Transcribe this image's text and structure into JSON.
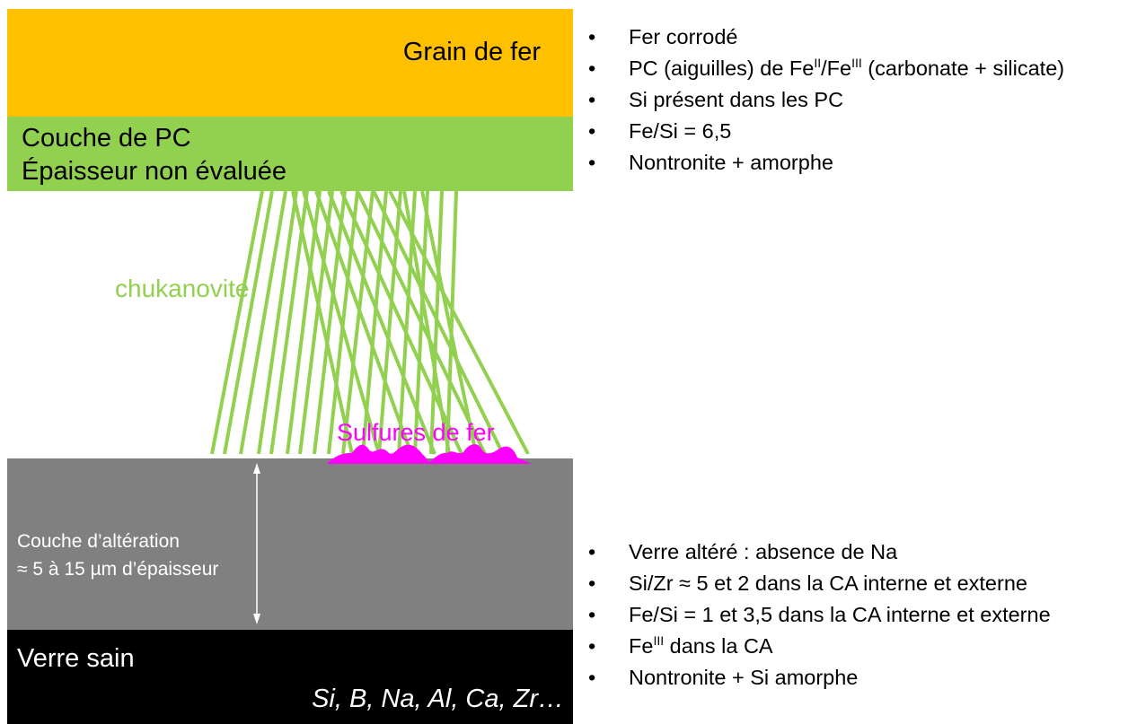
{
  "iron_grain": {
    "title": "Grain de fer",
    "color": "#FFC000"
  },
  "corrosion_layer": {
    "line1": "Couche de PC",
    "line2": "Épaisseur non évaluée",
    "color": "#92D050"
  },
  "needles_label": "chukanovite",
  "sulfides_label": "Sulfures de fer",
  "alteration_layer": {
    "line1": "Couche d’altération",
    "line2": "≈ 5 à 15 µm d’épaisseur",
    "color": "#808080"
  },
  "healthy_glass": {
    "title": "Verre sain",
    "elements": "Si, B, Na, Al, Ca, Zr…",
    "color": "#000000"
  },
  "top_bullets": {
    "b1": "Fer corrodé",
    "b2_a": "PC (aiguilles) de Fe",
    "b2_sup1": "II",
    "b2_b": "/Fe",
    "b2_sup2": "III",
    "b2_c": " (carbonate + silicate)",
    "b3": "Si présent dans les PC",
    "b4": "Fe/Si = 6,5",
    "b5": "Nontronite + amorphe"
  },
  "bottom_bullets": {
    "b1": "Verre altéré : absence de Na",
    "b2": "Si/Zr ≈ 5 et 2  dans la CA interne et externe",
    "b3": "Fe/Si = 1 et 3,5 dans la CA interne et externe",
    "b4_a": "Fe",
    "b4_sup": "III",
    "b4_b": " dans la CA",
    "b5": "Nontronite + Si amorphe"
  },
  "colors": {
    "needle": "#92D050",
    "sulfide": "#FF00FF",
    "arrow": "#FFFFFF"
  }
}
